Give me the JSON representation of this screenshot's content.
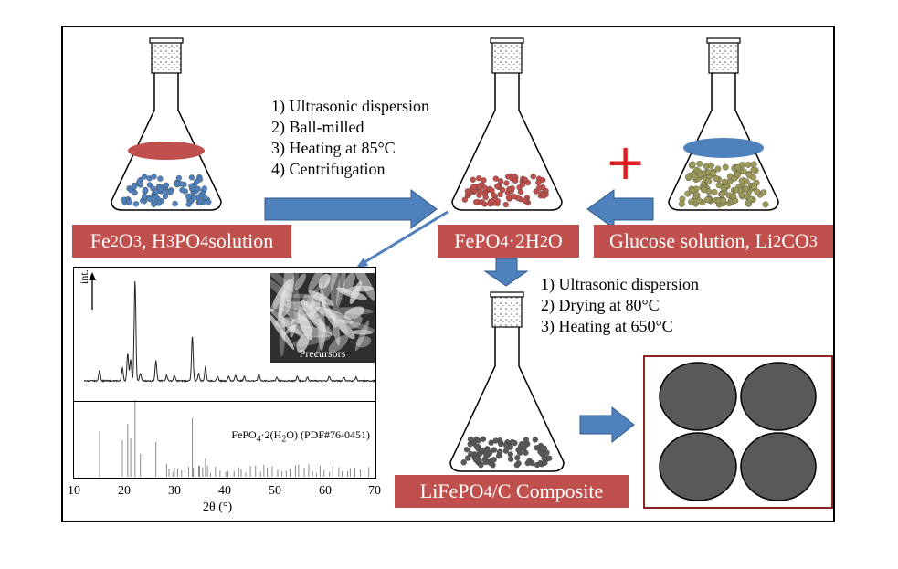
{
  "labels": {
    "precursor": {
      "base": "Fe",
      "sub1": "2",
      "mid": "O",
      "sub2": "3",
      "tail": ", H",
      "sub3": "3",
      "tail2": "PO",
      "sub4": "4",
      "end": " solution"
    },
    "intermediate": {
      "base": "FePO",
      "sub1": "4",
      "mid": "·2H",
      "sub2": "2",
      "end": "O"
    },
    "glucose": {
      "base": "Glucose solution, Li",
      "sub1": "2",
      "mid": "CO",
      "sub2": "3"
    },
    "composite": {
      "base": "LiFePO",
      "sub1": "4",
      "end": "/C Composite"
    }
  },
  "steps_first": [
    "1) Ultrasonic dispersion",
    "2) Ball-milled",
    "3) Heating at 85°C",
    "4) Centrifugation"
  ],
  "steps_second": [
    "1) Ultrasonic dispersion",
    "2) Drying at 80°C",
    "3) Heating at 650°C"
  ],
  "plus_symbol": "+",
  "xrd": {
    "intensity_label": "int.",
    "sem_caption": "Precursors",
    "reference_label": {
      "base": "FePO",
      "sub1": "4",
      "mid": "·2(H",
      "sub2": "2",
      "end": "O) (PDF#76-0451)"
    },
    "x_ticks": [
      "10",
      "20",
      "30",
      "40",
      "50",
      "60",
      "70"
    ],
    "x_axis_label": "2θ (°)"
  },
  "colors": {
    "label_bg": "#c0504d",
    "arrow_blue": "#4f81bd",
    "red_liquid": "#c0504d",
    "blue_liquid": "#4f81bd",
    "olive_particles": "#9b9a5a",
    "gray_particles": "#595959",
    "plus_red": "#e02020",
    "particle_frame": "#8b2323"
  },
  "icons": [
    "flask-icon",
    "arrow-right-icon",
    "arrow-left-icon",
    "arrow-down-icon",
    "plus-icon"
  ]
}
